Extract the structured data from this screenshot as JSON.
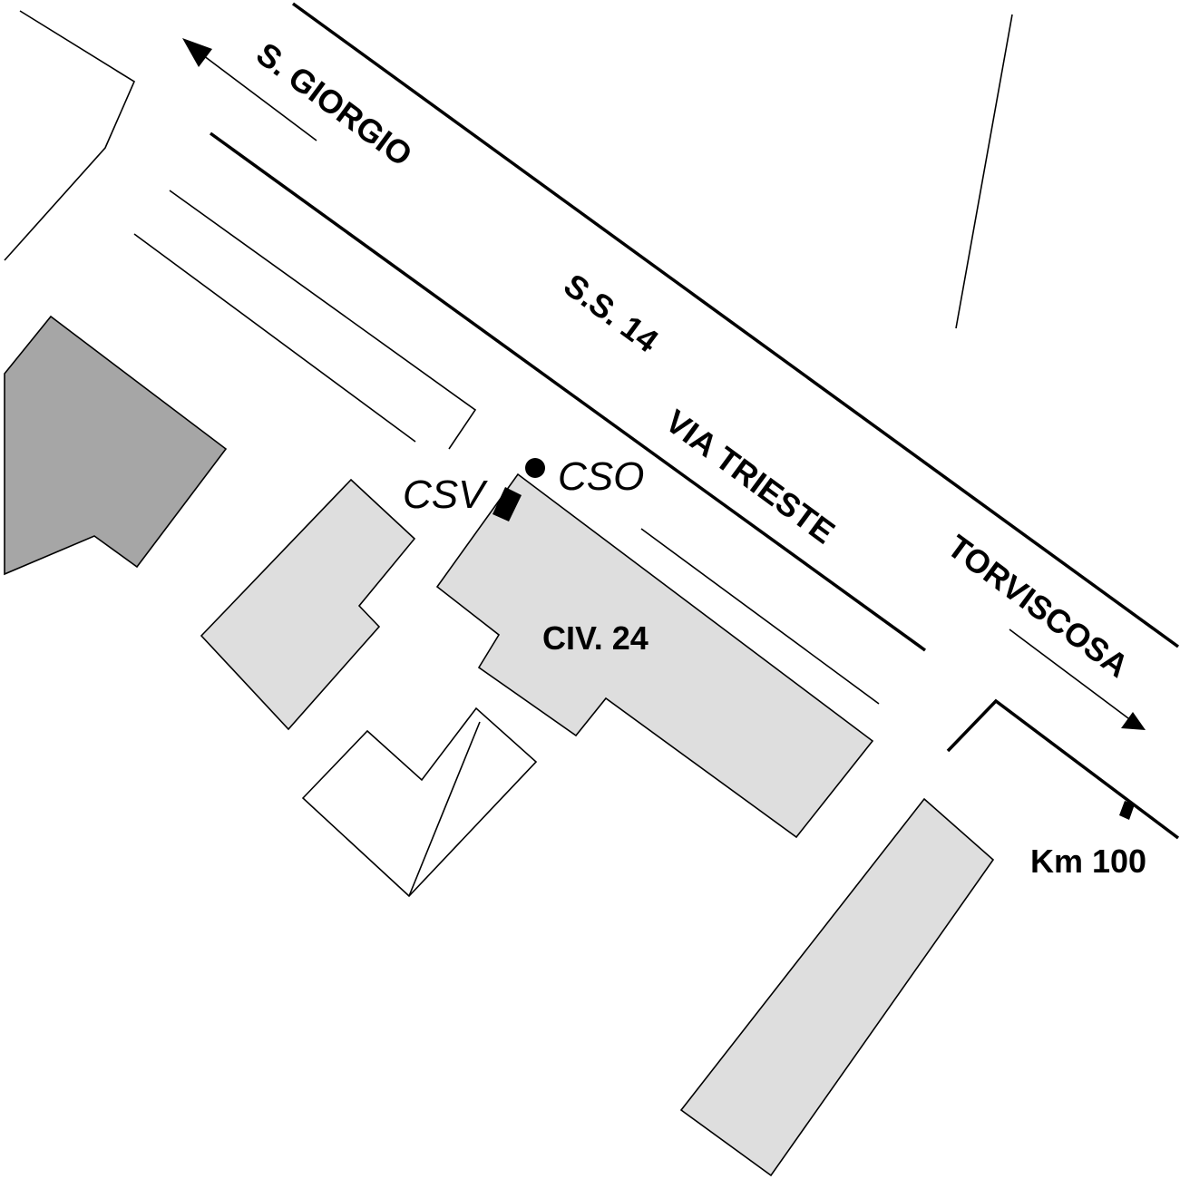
{
  "labels": {
    "dest_west": "S. GIORGIO",
    "road_number": "S.S. 14",
    "road_name": "VIA TRIESTE",
    "dest_east": "TORVISCOSA",
    "building": "CIV. 24",
    "point_csv": "CSV",
    "point_cso": "CSO",
    "km_marker": "Km 100"
  },
  "colors": {
    "building_light": "#dedede",
    "building_dark": "#a6a6a6",
    "line": "#000000",
    "background": "#ffffff"
  }
}
